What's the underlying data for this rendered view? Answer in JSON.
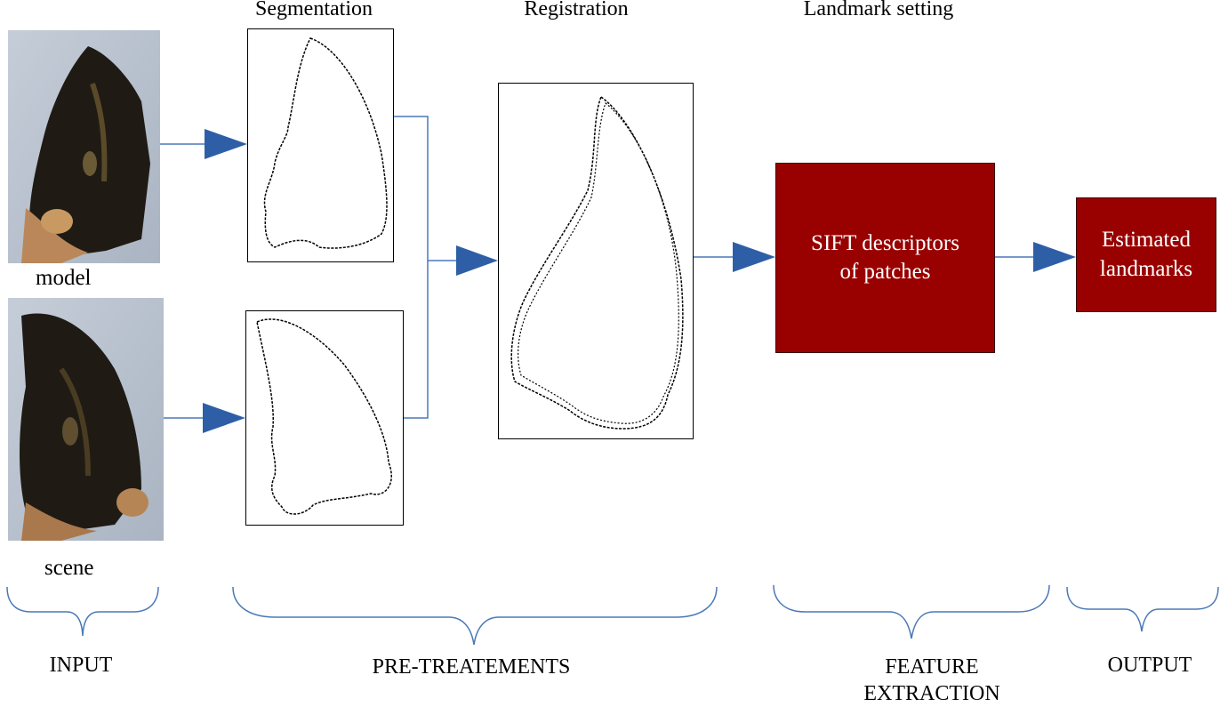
{
  "stages": {
    "segmentation": "Segmentation",
    "registration": "Registration",
    "landmark_setting": "Landmark setting"
  },
  "inputs": {
    "model_label": "model",
    "scene_label": "scene"
  },
  "boxes": {
    "sift": [
      "SIFT descriptors",
      "of patches"
    ],
    "estimated": [
      "Estimated",
      "landmarks"
    ]
  },
  "groups": {
    "input": "INPUT",
    "pretreatments": "PRE-TREATEMENTS",
    "feature_extraction": [
      "FEATURE",
      "EXTRACTION"
    ],
    "output": "OUTPUT"
  },
  "colors": {
    "arrow": "#2e5fa6",
    "connector": "#4a78b8",
    "box_fill": "#990000",
    "photo_bg": "#b9c3cf",
    "mandible_dark": "#1c1a14"
  }
}
